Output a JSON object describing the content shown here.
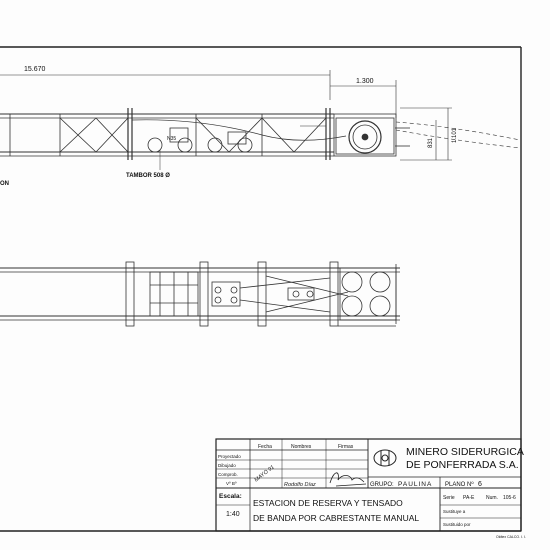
{
  "drawing": {
    "side_view": {
      "dim_overall": "15.670",
      "dim_head": "1.300",
      "dim_height_outer": "1.101",
      "dim_height_inner": "831",
      "label_left": "ON",
      "label_tambor": "TAMBOR 508 Ø",
      "small_label": "N35"
    }
  },
  "title_block": {
    "col_fecha": "Fecha",
    "col_nombres": "Nombres",
    "col_firmas": "Firmas",
    "row_proyectado": "Proyectado",
    "row_dibujado": "Dibujado",
    "row_comprob": "Comprob.",
    "row_vb": "Vº Bº",
    "date_handwritten": "MAYO 91",
    "name_handwritten": "Rodolfo Díaz",
    "signature": "Rdiaz",
    "company_line1": "MINERO SIDERURGICA",
    "company_line2": "DE PONFERRADA S.A.",
    "grupo_label": "GRUPO:",
    "grupo_value": "PAULINA",
    "plano_label": "PLANO Nº",
    "plano_value": "6",
    "escala_label": "Escala:",
    "escala_value": "1:40",
    "title_line1": "ESTACION DE RESERVA Y TENSADO",
    "title_line2": "DE BANDA POR CABRESTANTE MANUAL",
    "serie_label": "Serie",
    "serie_value": "PA-E",
    "num_label": "Num.",
    "num_value": "105-6",
    "sustituye_label": "Sustituye a",
    "sustituido_label": "Sustituido por",
    "printer_mark": "Oldtex CALCO. I. I."
  }
}
